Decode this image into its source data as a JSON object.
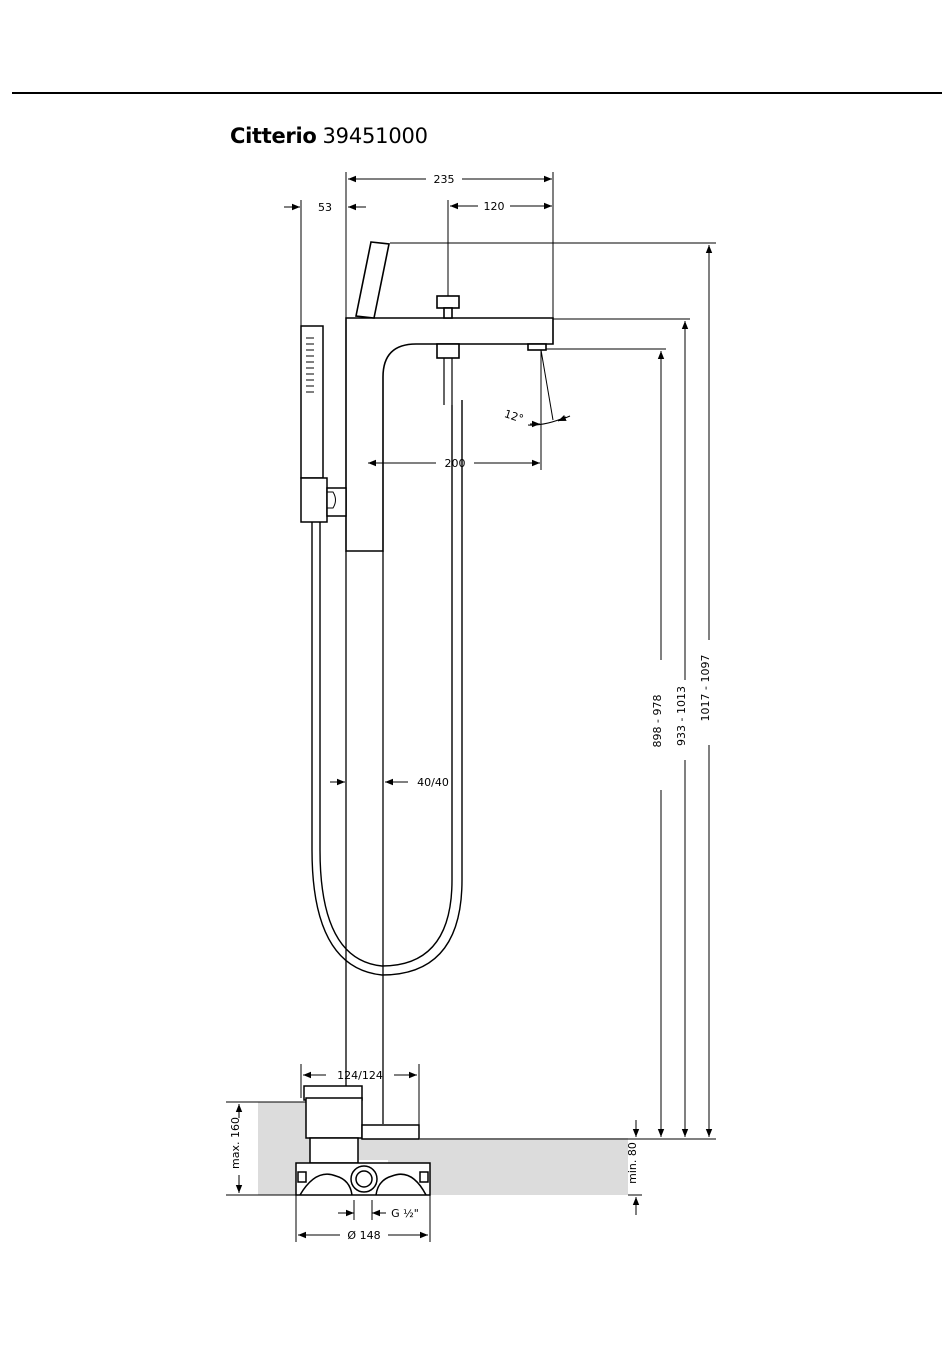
{
  "product": {
    "brand": "Citterio",
    "code": "39451000"
  },
  "dimensions": {
    "width_total": "235",
    "handle_offset": "120",
    "handshower_offset": "53",
    "spout_projection": "200",
    "spout_angle": "12°",
    "column_width": "40/40",
    "base_width": "124/124",
    "height_outlet": "898 - 978",
    "height_spout_top": "933 - 1013",
    "height_total": "1017 - 1097",
    "floor_depth_max": "max. 160",
    "floor_depth_min": "min. 80",
    "connection": "G ½\"",
    "base_diameter": "Ø 148"
  },
  "colors": {
    "line": "#000000",
    "floor_fill": "#dcdcdc"
  }
}
